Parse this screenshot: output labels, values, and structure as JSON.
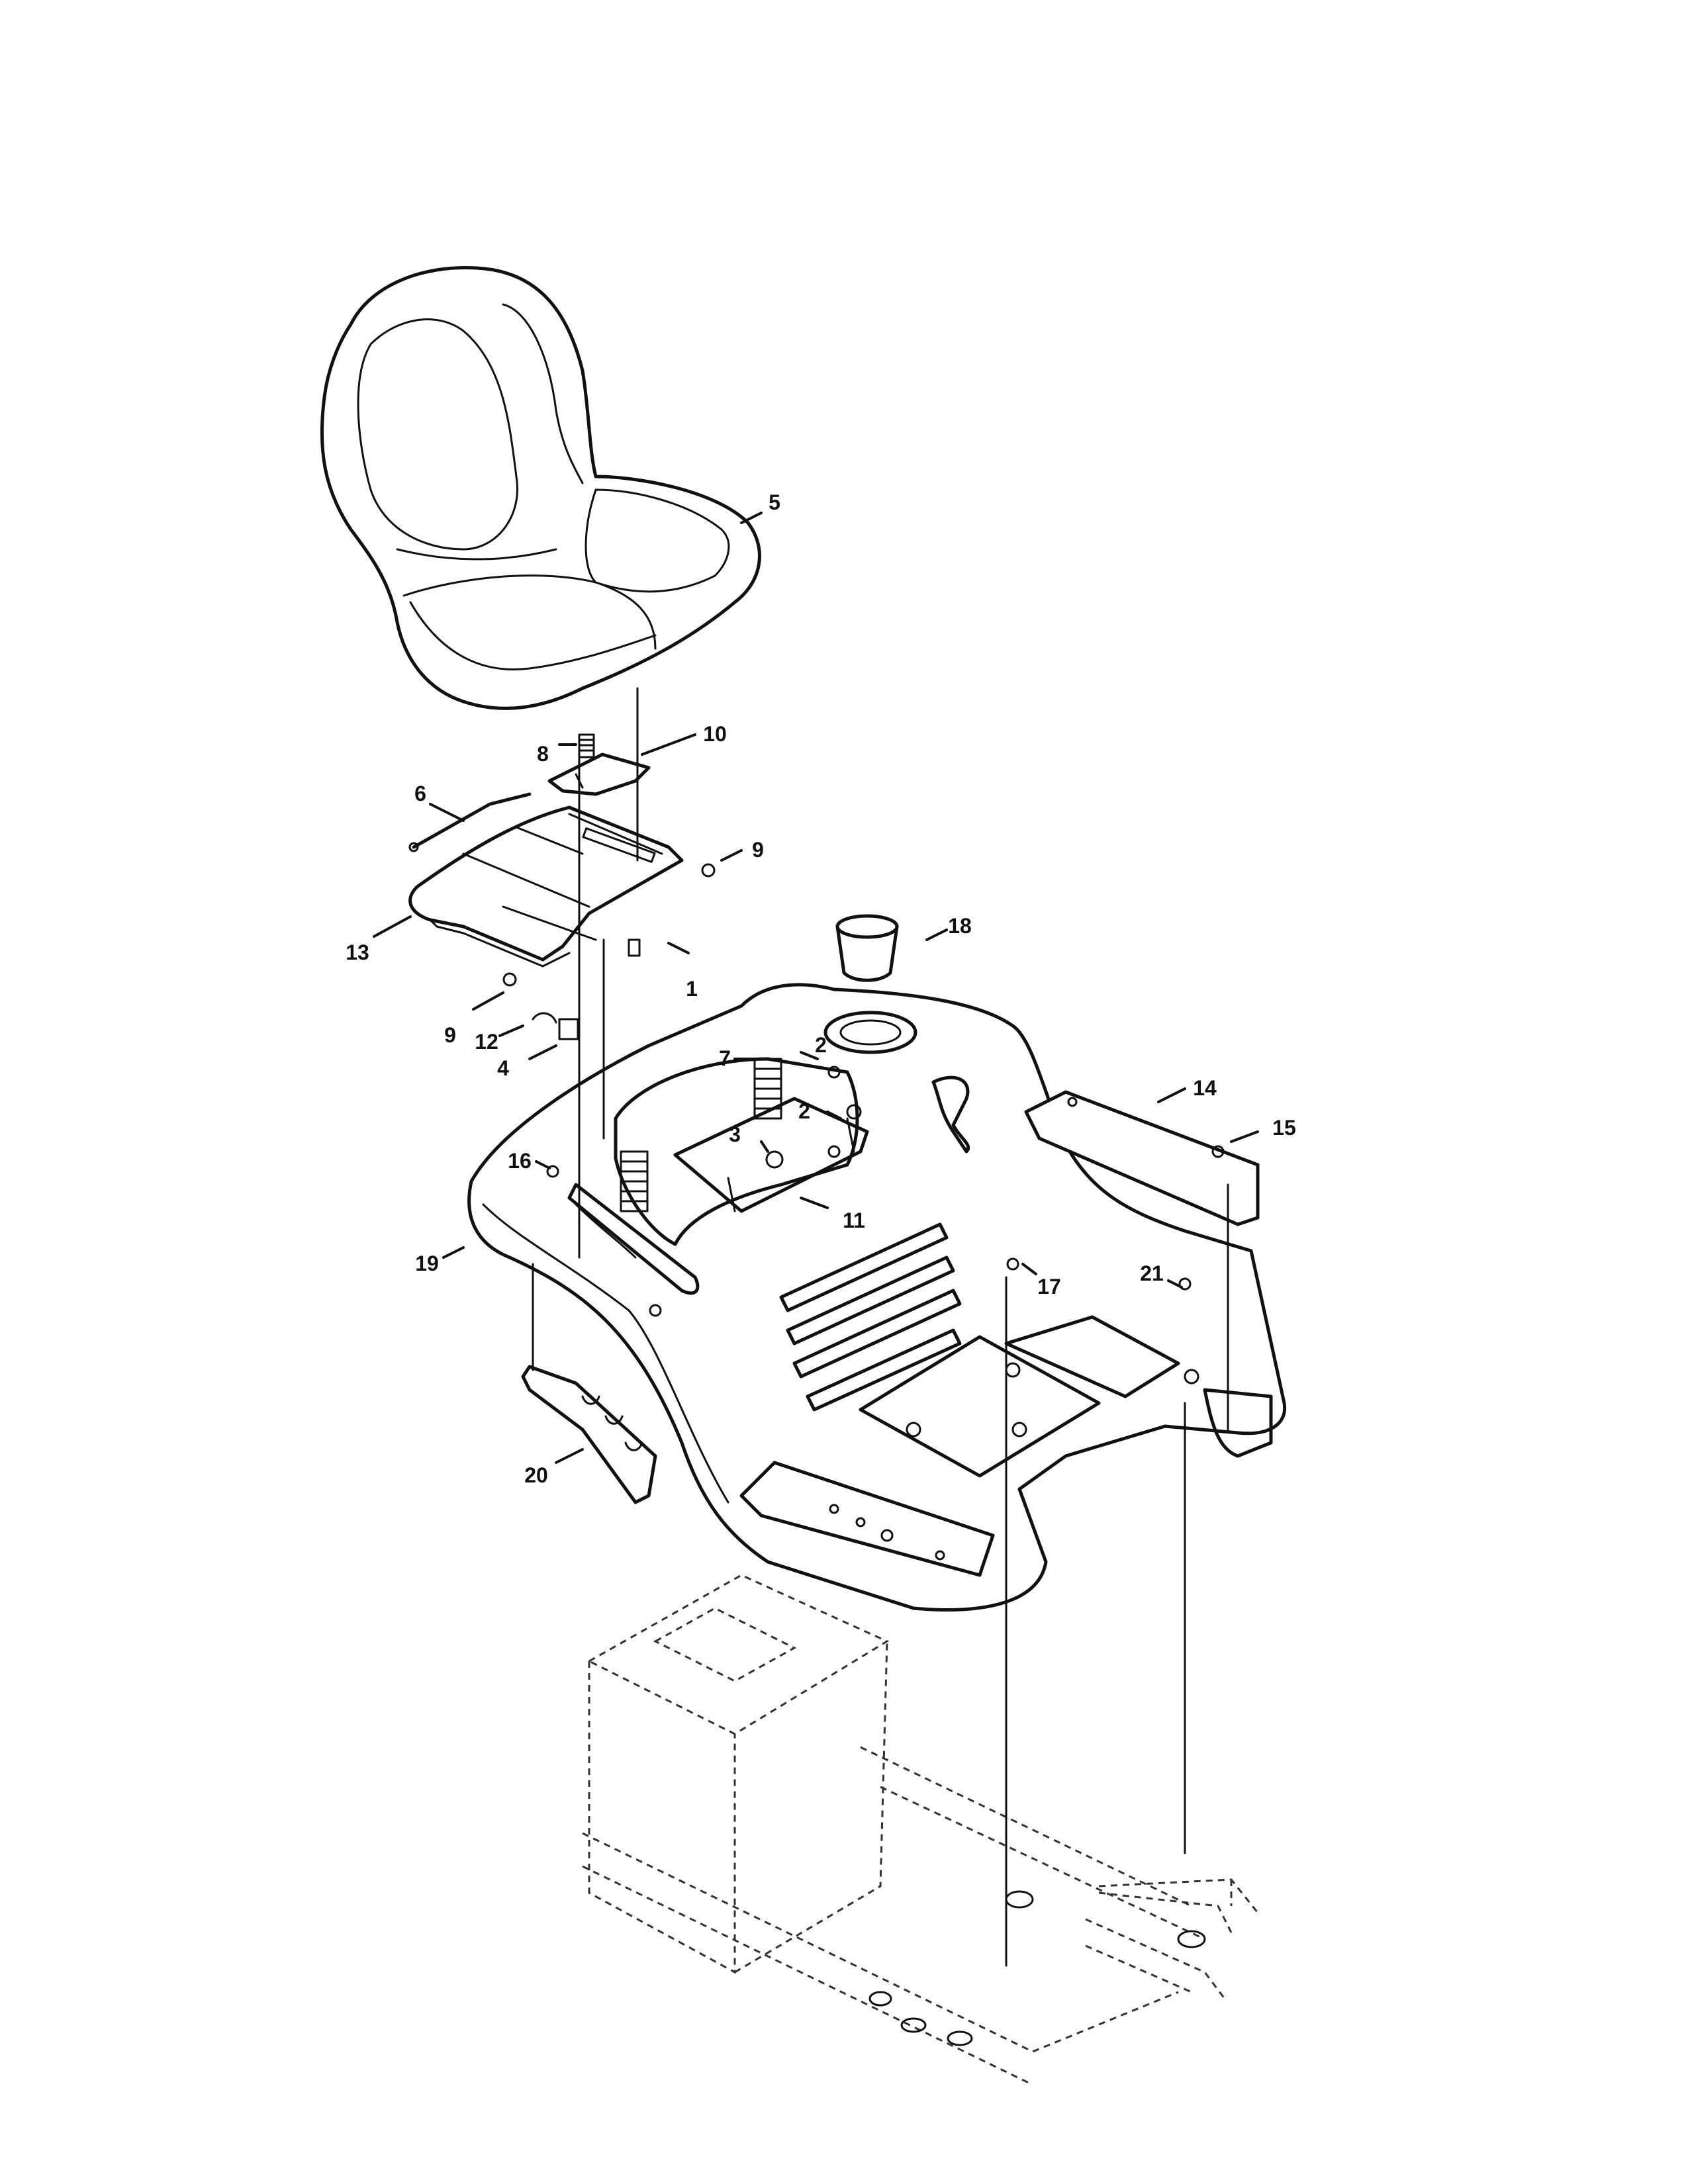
{
  "callouts": [
    "1",
    "2",
    "2",
    "3",
    "4",
    "5",
    "6",
    "7",
    "8",
    "9",
    "9",
    "10",
    "11",
    "12",
    "13",
    "14",
    "15",
    "16",
    "17",
    "19",
    "18",
    "20",
    "21"
  ],
  "part_names": {
    "seat": "seat-icon",
    "seat_pan": "seat-pan-icon",
    "fender_body": "fender-body-icon",
    "spring": "spring-icon",
    "frame": "tractor-frame-icon",
    "cup_holder": "cup-holder-icon",
    "foot_plate": "foot-plate-icon",
    "adjuster_plate": "adjuster-plate-icon"
  },
  "colors": {
    "line": "#111111",
    "background": "#ffffff"
  }
}
